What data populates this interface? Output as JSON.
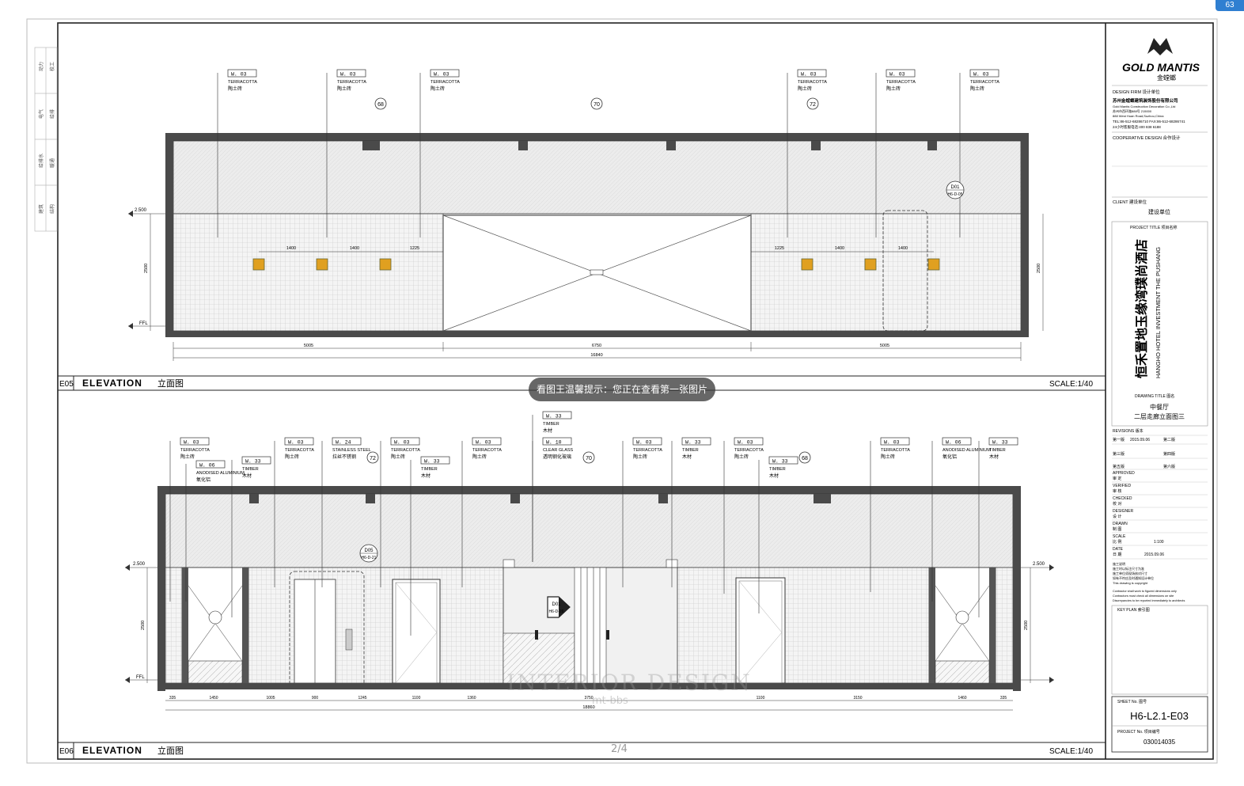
{
  "viewer": {
    "toast": "看图王温馨提示：您正在查看第一张图片",
    "page_indicator": "2/4",
    "badge": "63",
    "watermark": "INTERIOR DESIGN",
    "watermark_sub": "mt-bbs"
  },
  "drawing": {
    "upper": {
      "tag": "E05",
      "title": "ELEVATION",
      "title_cn": "立面图",
      "scale": "SCALE:1/40",
      "callouts": [
        {
          "code": "W.  03",
          "en": "TERRACOTTA",
          "cn": "陶土砖"
        },
        {
          "code": "W.  03",
          "en": "TERRACOTTA",
          "cn": "陶土砖"
        },
        {
          "code": "W.  03",
          "en": "TERRACOTTA",
          "cn": "陶土砖"
        },
        {
          "code": "W.  03",
          "en": "TERRACOTTA",
          "cn": "陶土砖"
        },
        {
          "code": "W.  03",
          "en": "TERRACOTTA",
          "cn": "陶土砖"
        },
        {
          "code": "W.  03",
          "en": "TERRACOTTA",
          "cn": "陶土砖"
        }
      ],
      "bubbles": [
        "68",
        "70",
        "72"
      ],
      "dims_bottom": [
        "5005",
        "6750",
        "5005"
      ],
      "dim_total": "16840",
      "dims_top_left": [
        "1400",
        "1400",
        "1225"
      ],
      "dims_top_right": [
        "1225",
        "1400",
        "1400"
      ],
      "level": "2.500",
      "ffl": "FFL",
      "height": "2500",
      "detail_tag": "D01",
      "detail_sub": "H6-D-05"
    },
    "lower": {
      "tag": "E06",
      "title": "ELEVATION",
      "title_cn": "立面图",
      "scale": "SCALE:1/40",
      "callouts": [
        {
          "code": "W.  03",
          "en": "TERRACOTTA",
          "cn": "陶土砖"
        },
        {
          "code": "W.  06",
          "en": "ANODISED ALUMINIUM",
          "cn": "氧化铝"
        },
        {
          "code": "W.  33",
          "en": "TIMBER",
          "cn": "木材"
        },
        {
          "code": "W.  03",
          "en": "TERRACOTTA",
          "cn": "陶土砖"
        },
        {
          "code": "W.  24",
          "en": "STAINLESS STEEL",
          "cn": "拉丝不锈钢"
        },
        {
          "code": "W.  03",
          "en": "TERRACOTTA",
          "cn": "陶土砖"
        },
        {
          "code": "W.  33",
          "en": "TIMBER",
          "cn": "木材"
        },
        {
          "code": "W.  03",
          "en": "TERRACOTTA",
          "cn": "陶土砖"
        },
        {
          "code": "W.  33",
          "en": "TIMBER",
          "cn": "木材"
        },
        {
          "code": "W.  10",
          "en": "CLEAR GLASS",
          "cn": "透明钢化玻璃"
        },
        {
          "code": "W.  03",
          "en": "TERRACOTTA",
          "cn": "陶土砖"
        },
        {
          "code": "W.  33",
          "en": "TIMBER",
          "cn": "木材"
        },
        {
          "code": "W.  03",
          "en": "TERRACOTTA",
          "cn": "陶土砖"
        },
        {
          "code": "W.  33",
          "en": "TIMBER",
          "cn": "木材"
        },
        {
          "code": "W.  03",
          "en": "TERRACOTTA",
          "cn": "陶土砖"
        },
        {
          "code": "W.  06",
          "en": "ANODISED ALUMINIUM",
          "cn": "氧化铝"
        },
        {
          "code": "W.  33",
          "en": "TIMBER",
          "cn": "木材"
        }
      ],
      "bubbles": [
        "72",
        "70",
        "68"
      ],
      "dims_bottom": [
        "335",
        "1450",
        "1005",
        "900",
        "1245",
        "1100",
        "1360",
        "3750",
        "1100",
        "3150",
        "1460",
        "335"
      ],
      "dim_total": "18860",
      "level": "2.500",
      "ffl": "FFL",
      "height": "2500",
      "detail_d05": "D05",
      "detail_d05_sub": "H6-D-21",
      "detail_d01": "D01",
      "detail_d01_sub": "H6-D-26"
    },
    "left_strip": [
      "动力",
      "校工",
      "电气",
      "给排",
      "给排水",
      "暖通",
      "建筑",
      "结构"
    ]
  },
  "titleblock": {
    "logo": "GOLD MANTIS",
    "logo_cn": "金螳螂",
    "design_firm": "DESIGN FIRM  设计单位",
    "firm_name": "苏州金螳螂建筑装饰股份有限公司",
    "firm_lines": [
      "Gold Mantis Construction Decoration Co.,Ltd",
      "苏州市西环路888号  215000",
      "888 West Huan Road,Suzhou,China",
      "TEL:86-512-68286710  FAX:86-512-68286741",
      "24小时客服电话:400 838 6188"
    ],
    "coop_design": "COOPERATIVE DESIGN  合作设计",
    "client": "CLIENT  建设单位",
    "client_value": "建设单位",
    "project_title_label": "PROJECT TITLE  项目名称",
    "project_cn": "恒禾置地玉缘湾璞尚酒店",
    "project_en": "HANGHO HOTEL  INVESTMENT  THE PUSHANG",
    "drawing_title_label": "DRAWING TITLE  图名",
    "drawing_title_1": "中餐厅",
    "drawing_title_2": "二层走廊立面图三",
    "revisions_label": "REVISIONS  版本",
    "revisions": [
      {
        "a": "第一版",
        "b": "2015.09.06",
        "c": "第二版"
      },
      {
        "a": "第三版",
        "b": "",
        "c": "第四版"
      },
      {
        "a": "第五版",
        "b": "",
        "c": "第六版"
      }
    ],
    "roles": [
      {
        "en": "APPROVED",
        "cn": "审  定",
        "v": ""
      },
      {
        "en": "VERIFIED",
        "cn": "审  核",
        "v": ""
      },
      {
        "en": "CHECKED",
        "cn": "校  对",
        "v": ""
      },
      {
        "en": "DESIGNER",
        "cn": "设  计",
        "v": ""
      },
      {
        "en": "DRAWN",
        "cn": "制  图",
        "v": ""
      },
      {
        "en": "SCALE",
        "cn": "比  例",
        "v": "1:100"
      },
      {
        "en": "DATE",
        "cn": "日  期",
        "v": "2015.09.06"
      }
    ],
    "notes": [
      "施工说明",
      "施工时以标注尺寸为准",
      "施工单位须现场核对尺寸",
      "如有不符应及时通知设计单位",
      "This drawing is copyright",
      "Contractor shall work to figured dimensions only",
      "Contractors must check all dimensions on site",
      "Discrepancies to be reported immediately to architects"
    ],
    "key_plan": "KEY PLAN  索引图",
    "sheet_no_label": "SHEET No.  图号",
    "sheet_no": "H6-L2.1-E03",
    "project_no_label": "PROJECT No.  项目编号",
    "project_no": "030014035"
  },
  "colors": {
    "line": "#222222",
    "slab": "#4a4a4a",
    "ceiling": "#ebebeb",
    "light": "#e0a020",
    "toast": "#3c3c3c"
  }
}
